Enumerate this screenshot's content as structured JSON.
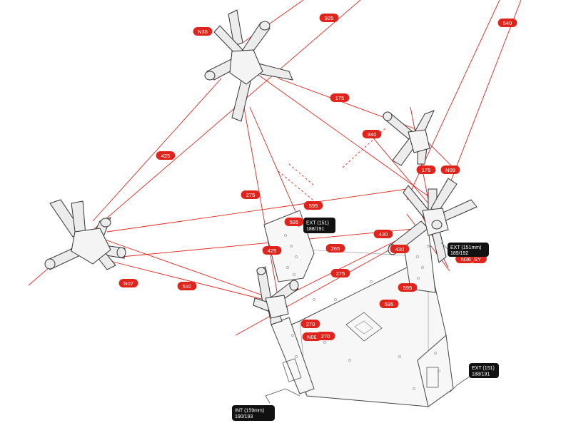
{
  "colors": {
    "accent_red": "#e0241b",
    "tag_black": "#111111",
    "line_gray": "#555555"
  },
  "dimensions": {
    "d925": "925",
    "d540": "540",
    "d175a": "175",
    "d340": "340",
    "d425a": "425",
    "d175b": "175",
    "d275a": "275",
    "d595a": "595",
    "d595b": "595",
    "d430a": "430",
    "d425b": "425",
    "d265": "265",
    "d430b": "430",
    "d275b": "275",
    "d510": "510",
    "d595c": "595",
    "d595d": "595",
    "d270a": "270",
    "d270b": "270"
  },
  "nodes": {
    "n36": "N36",
    "n09": "N09",
    "n07": "N07",
    "n08": "N08",
    "n36sy": "N36_SY"
  },
  "tags": {
    "ext_a_title": "EXT (151)",
    "ext_a_sub": "188/191",
    "ext_b_title": "EXT (151mm)",
    "ext_b_sub": "189/192",
    "ext_c_title": "EXT (151)",
    "ext_c_sub": "188/191",
    "int_title": "INT (159mm)",
    "int_sub": "190/193"
  }
}
